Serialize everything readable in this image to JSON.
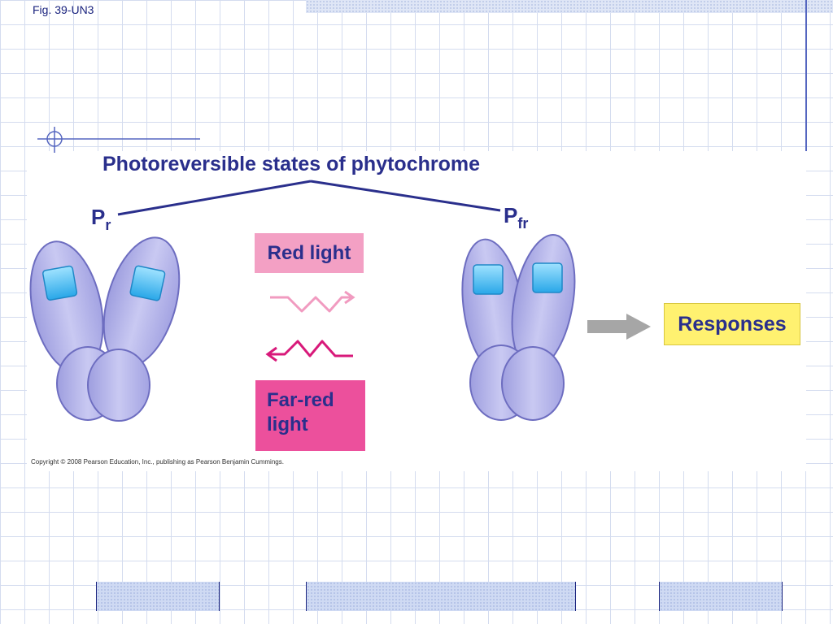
{
  "figure_label": "Fig. 39-UN3",
  "title": "Photoreversible states of phytochrome",
  "pr": {
    "main": "P",
    "sub": "r"
  },
  "pfr": {
    "main": "P",
    "sub": "fr"
  },
  "red_light_label": "Red light",
  "far_red_light_label": "Far-red light",
  "responses_label": "Responses",
  "copyright": "Copyright © 2008 Pearson Education, Inc., publishing as Pearson Benjamin Cummings.",
  "colors": {
    "text": "#2a2f8c",
    "red_light_box": "#f3a0c4",
    "far_red_box": "#ec509c",
    "red_wave": "#f19bc0",
    "far_red_wave": "#d8197a",
    "responses_box": "#fff170",
    "molecule": "#b8b8ec",
    "chromophore": "#4fc3f7",
    "arrow": "#a6a6a6"
  },
  "icons": [
    "phytochrome-pr-icon",
    "phytochrome-pfr-icon",
    "red-wave-arrow-icon",
    "far-red-wave-arrow-icon",
    "gray-arrow-icon"
  ]
}
